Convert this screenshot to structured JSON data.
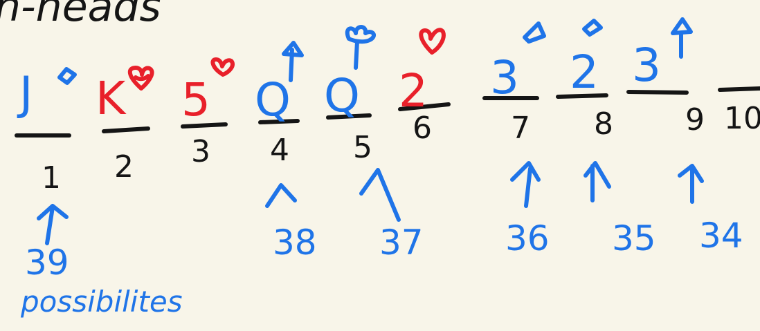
{
  "title_fragment": "n-heads",
  "cards": [
    {
      "rank": "J",
      "suit": "diamond",
      "color": "#1f74e8",
      "position": "1"
    },
    {
      "rank": "K",
      "suit": "heart",
      "color": "#e8202a",
      "position": "2"
    },
    {
      "rank": "5",
      "suit": "heart",
      "color": "#e8202a",
      "position": "3"
    },
    {
      "rank": "Q",
      "suit": "spade",
      "color": "#1f74e8",
      "position": "4"
    },
    {
      "rank": "Q",
      "suit": "club",
      "color": "#1f74e8",
      "position": "5"
    },
    {
      "rank": "2",
      "suit": "heart",
      "color": "#e8202a",
      "position": "6"
    },
    {
      "rank": "3",
      "suit": "diamond",
      "color": "#1f74e8",
      "position": "7"
    },
    {
      "rank": "2",
      "suit": "diamond",
      "color": "#1f74e8",
      "position": "8"
    },
    {
      "rank": "3",
      "suit": "spade",
      "color": "#1f74e8",
      "position": "9"
    },
    {
      "rank": "",
      "suit": "",
      "color": "#151515",
      "position": "10"
    }
  ],
  "counts": [
    "39",
    "38",
    "37",
    "36",
    "35",
    "34"
  ],
  "possibilities_label": "possibilites",
  "ink_colors": {
    "black": "#151515",
    "red": "#e8202a",
    "blue": "#1f74e8",
    "background": "#f8f5e9"
  }
}
